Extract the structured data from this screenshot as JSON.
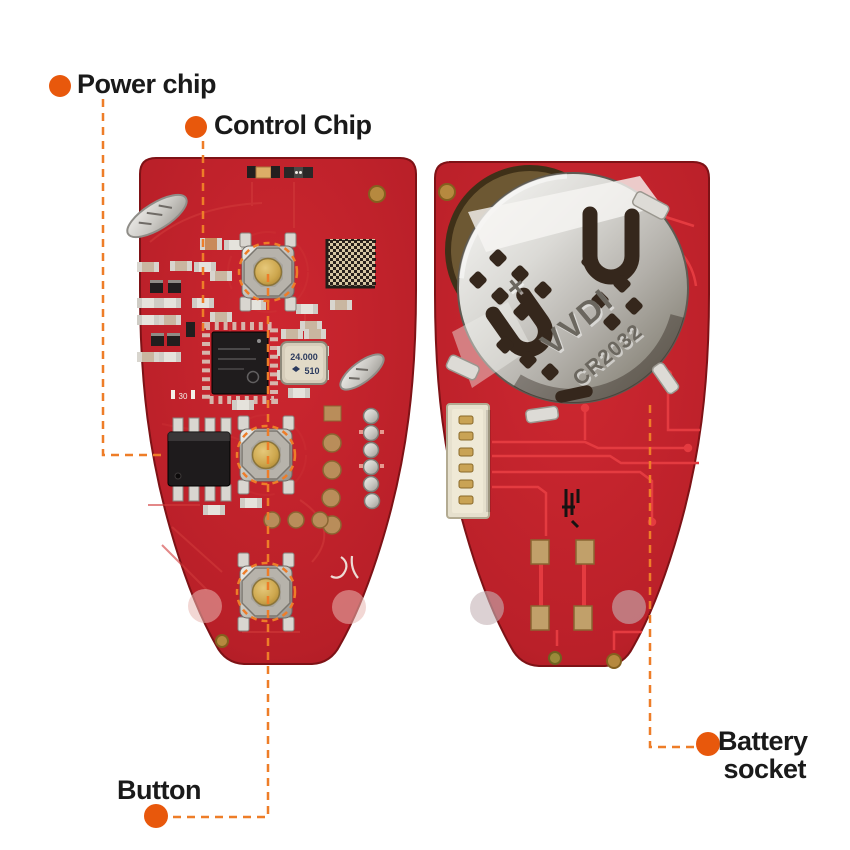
{
  "annotations": {
    "power_chip": {
      "label": "Power chip"
    },
    "control_chip": {
      "label": "Control Chip"
    },
    "button": {
      "label": "Button"
    },
    "battery_socket": {
      "label": "Battery socket",
      "line1": "Battery",
      "line2": "socket"
    }
  },
  "left_board": {
    "crystal_marking_freq": "24.000",
    "crystal_marking_code": "510",
    "silkscreen_mark": "30"
  },
  "right_board": {
    "silkscreen_battery_model": "CR2032",
    "holder_stamp_brand": "VVDI",
    "holder_stamp_model": "CR2032",
    "holder_stamp_polarity": "+"
  },
  "colors": {
    "background": "#FFFFFF",
    "board_red": "#C22128",
    "board_edge": "#7E1216",
    "trace_red": "#E23636",
    "callout_orange": "#EE7D28",
    "callout_dot": "#E8580C",
    "label_text": "#1A1A1A",
    "metal_silver": "#C9C7C2",
    "gold_pad": "#C9A248"
  }
}
